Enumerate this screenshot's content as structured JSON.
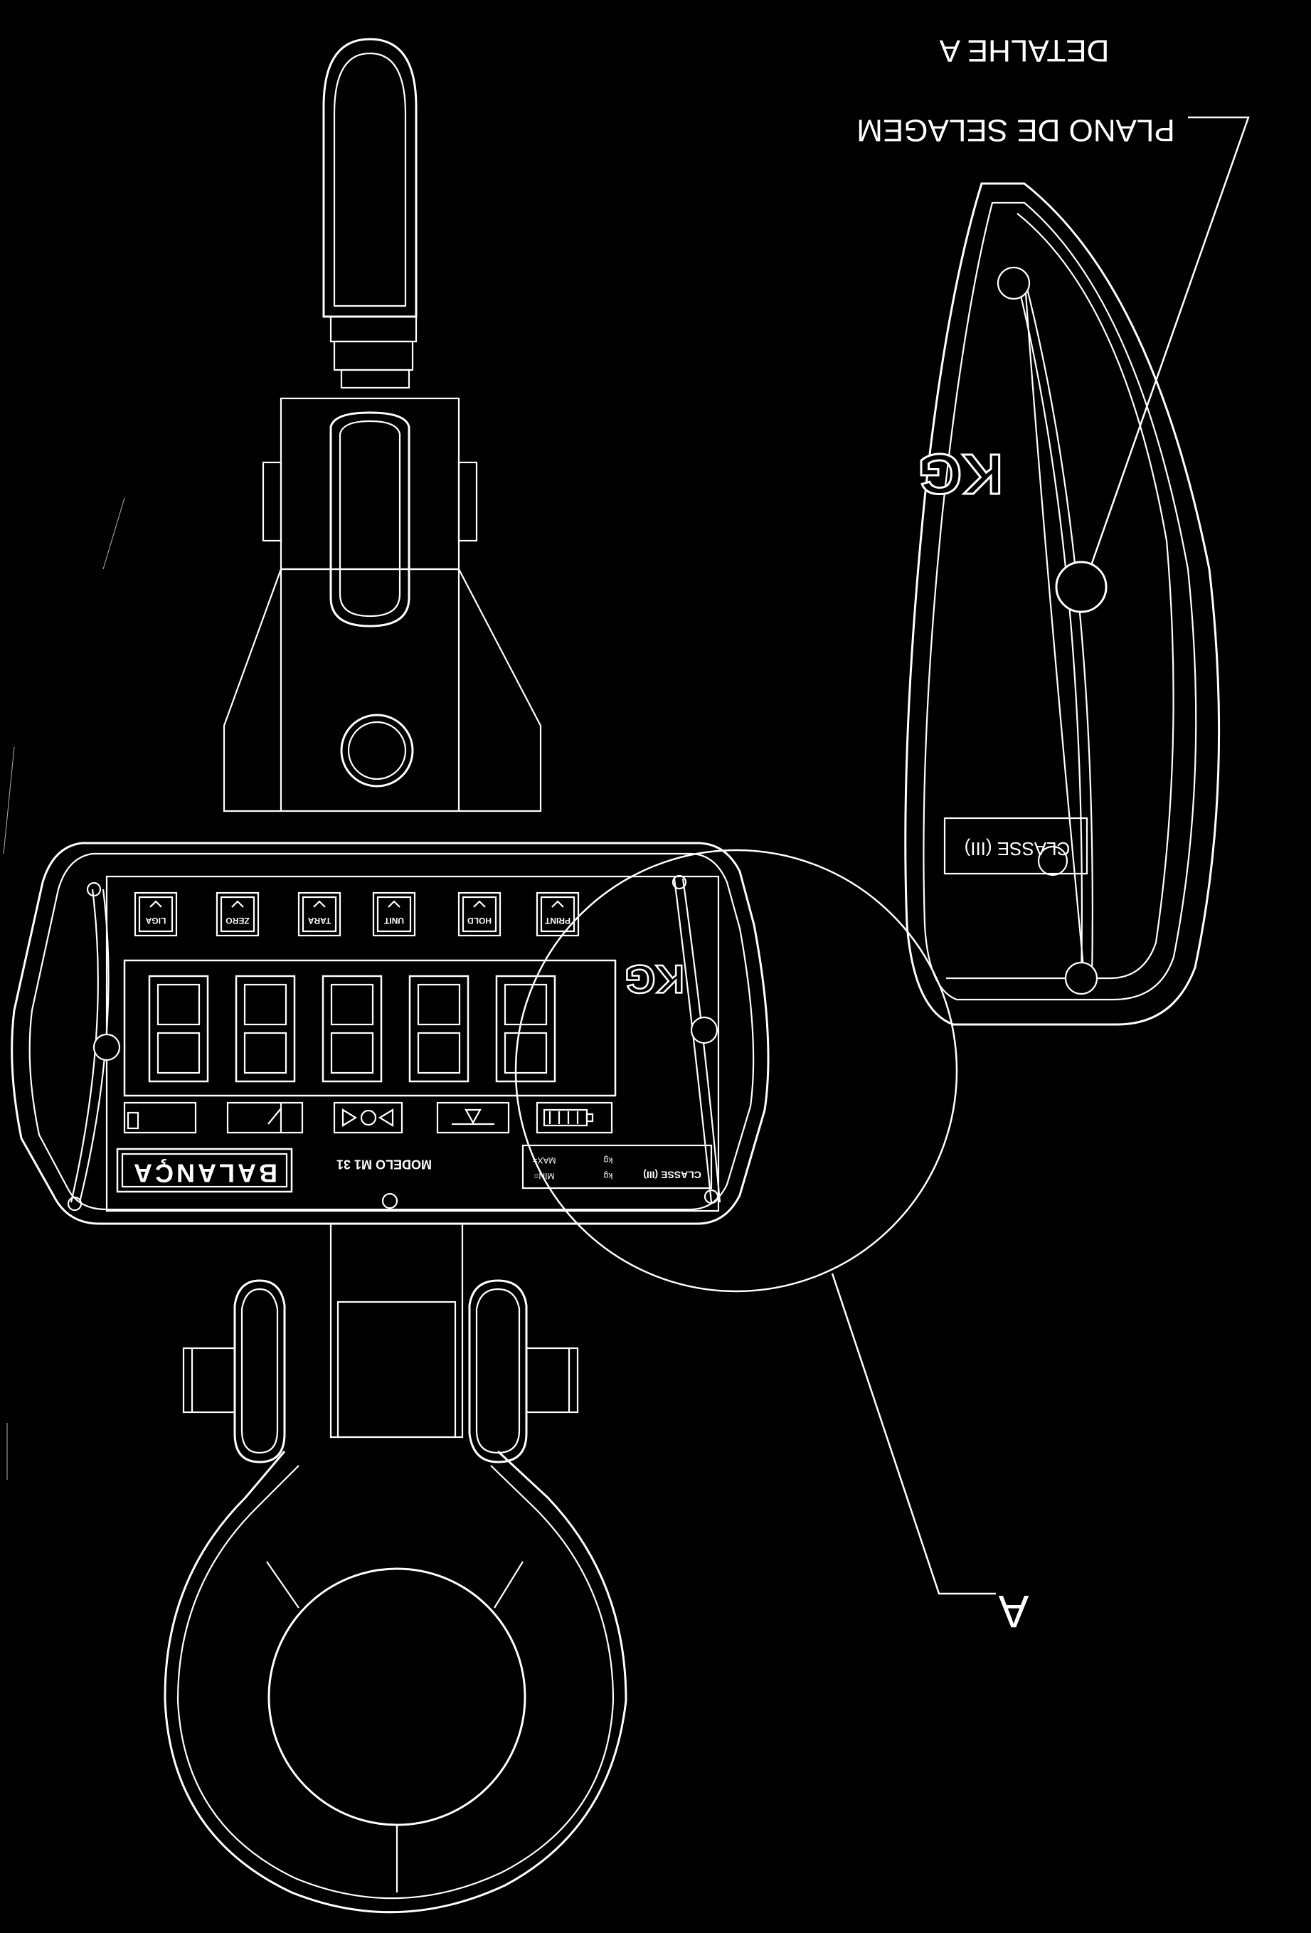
{
  "colors": {
    "background": "#000000",
    "line": "#ffffff"
  },
  "detail": {
    "title": "DETALHE A",
    "callout": "PLANO DE SELAGEM",
    "class_label": "CLASSE (III)",
    "logo": "KG"
  },
  "callout_letter": "A",
  "panel": {
    "logo": "KG",
    "brand_label": "BALANÇA",
    "model_label": "MODELO M1 31",
    "class_label": "CLASSE (III)",
    "info_lines": [
      "MAX=",
      "MIN="
    ],
    "info_units": [
      "kg",
      "kg"
    ],
    "keys": [
      {
        "label": "LIGA",
        "icon": "power-icon"
      },
      {
        "label": "ZERO",
        "icon": "zero-icon"
      },
      {
        "label": "TARA",
        "icon": "tare-icon"
      },
      {
        "label": "UNIT",
        "icon": "arrow-down-icon"
      },
      {
        "label": "HOLD",
        "icon": "arrow-up-icon"
      },
      {
        "label": "PRINT",
        "icon": "enter-icon"
      }
    ],
    "indicators": [
      {
        "icon": "battery-low-icon"
      },
      {
        "icon": "gross-net-icon"
      },
      {
        "icon": "stable-icon"
      },
      {
        "icon": "zero-indicator-icon"
      },
      {
        "icon": "battery-icon"
      }
    ],
    "digit_count": 5
  }
}
